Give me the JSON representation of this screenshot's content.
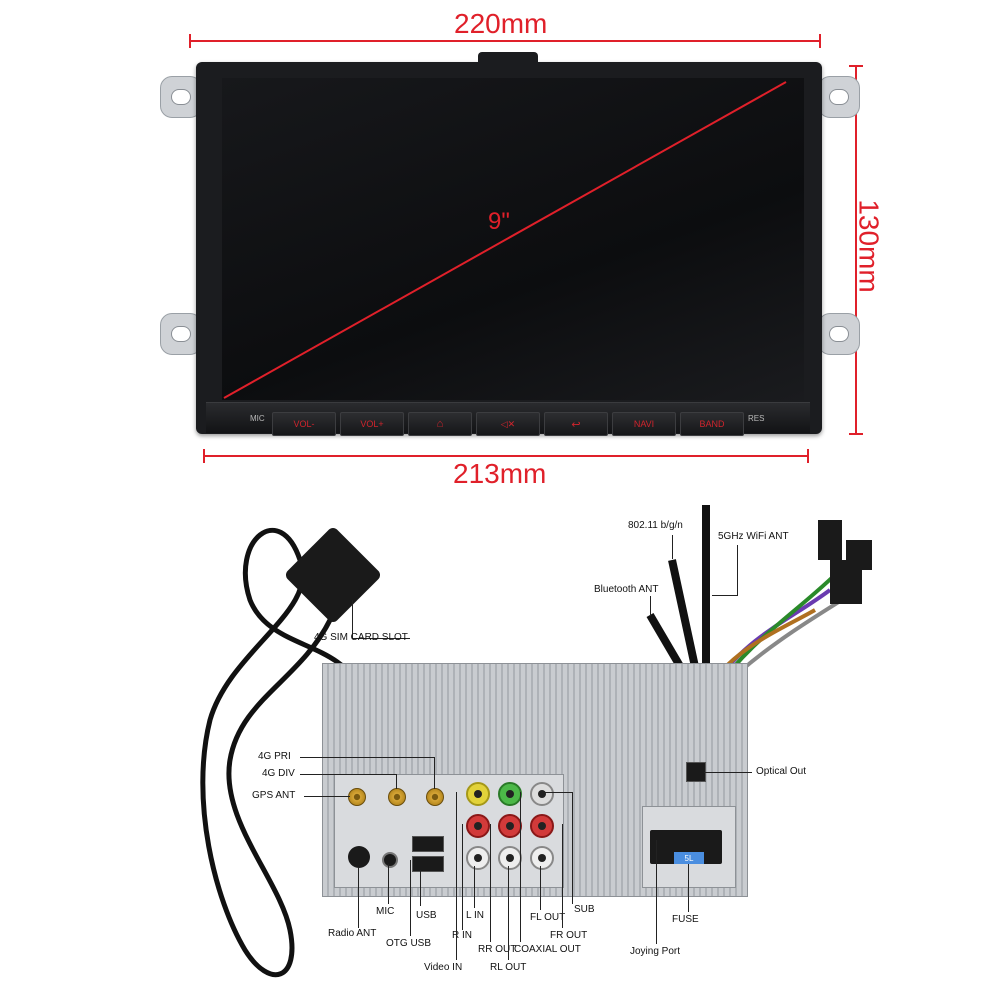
{
  "dimensions": {
    "width_top": "220mm",
    "width_bottom": "213mm",
    "height": "130mm",
    "diagonal": "9\""
  },
  "front_panel": {
    "left_label": "MIC",
    "right_label": "RES",
    "buttons": [
      "VOL-",
      "VOL+",
      "⌂",
      "◁✕",
      "↩",
      "NAVI",
      "BAND"
    ]
  },
  "rear_labels": {
    "sim_slot": "4G SIM CARD SLOT",
    "wifi_24": "802.11 b/g/n",
    "wifi_5": "5GHz WiFi ANT",
    "bluetooth": "Bluetooth ANT",
    "pri": "4G PRI",
    "div": "4G DIV",
    "gps": "GPS ANT",
    "optical": "Optical Out",
    "mic": "MIC",
    "radio": "Radio ANT",
    "usb": "USB",
    "otg": "OTG USB",
    "l_in": "L IN",
    "r_in": "R IN",
    "video_in": "Video IN",
    "rr_out": "RR OUT",
    "rl_out": "RL OUT",
    "coaxial": "COAXIAL OUT",
    "fl_out": "FL OUT",
    "fr_out": "FR OUT",
    "sub": "SUB",
    "fuse": "FUSE",
    "joying": "Joying Port",
    "fuse_tag": "5L"
  },
  "colors": {
    "dimension": "#e0202a",
    "button_text": "#d0242c"
  }
}
